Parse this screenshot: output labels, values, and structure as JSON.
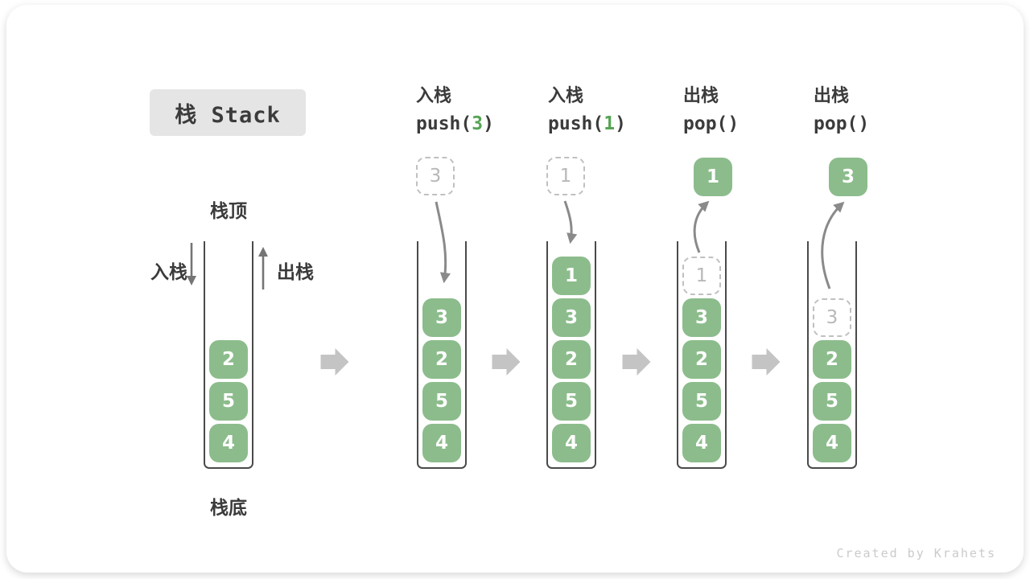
{
  "title": {
    "text": "栈 Stack"
  },
  "labels": {
    "stack_top": "栈顶",
    "stack_bottom": "栈底",
    "push_side": "入栈",
    "pop_side": "出栈"
  },
  "operations": [
    {
      "label": "入栈",
      "code_pre": "push(",
      "code_num": "3",
      "code_post": ")"
    },
    {
      "label": "入栈",
      "code_pre": "push(",
      "code_num": "1",
      "code_post": ")"
    },
    {
      "label": "出栈",
      "code_pre": "pop()",
      "code_num": "",
      "code_post": ""
    },
    {
      "label": "出栈",
      "code_pre": "pop()",
      "code_num": "",
      "code_post": ""
    }
  ],
  "stacks": [
    {
      "blocks": [
        "2",
        "5",
        "4"
      ]
    },
    {
      "blocks": [
        "3",
        "2",
        "5",
        "4"
      ]
    },
    {
      "blocks": [
        "1",
        "3",
        "2",
        "5",
        "4"
      ]
    },
    {
      "ghost": "1",
      "blocks": [
        "3",
        "2",
        "5",
        "4"
      ]
    },
    {
      "ghost": "3",
      "blocks": [
        "2",
        "5",
        "4"
      ]
    }
  ],
  "floats": [
    {
      "value": "3",
      "kind": "ghost"
    },
    {
      "value": "1",
      "kind": "ghost"
    },
    {
      "value": "1",
      "kind": "solid"
    },
    {
      "value": "3",
      "kind": "solid"
    }
  ],
  "colors": {
    "block_green": "#8CBC8C",
    "code_green": "#55A455",
    "outline_dark": "#4A4A4A",
    "arrow_gray": "#8A8A8A",
    "chevron_gray": "#C4C4C4",
    "ghost_gray": "#C0C0C0",
    "title_bg": "#E5E5E5",
    "text_dark": "#3B3B3B"
  },
  "watermark": "Created by Krahets"
}
